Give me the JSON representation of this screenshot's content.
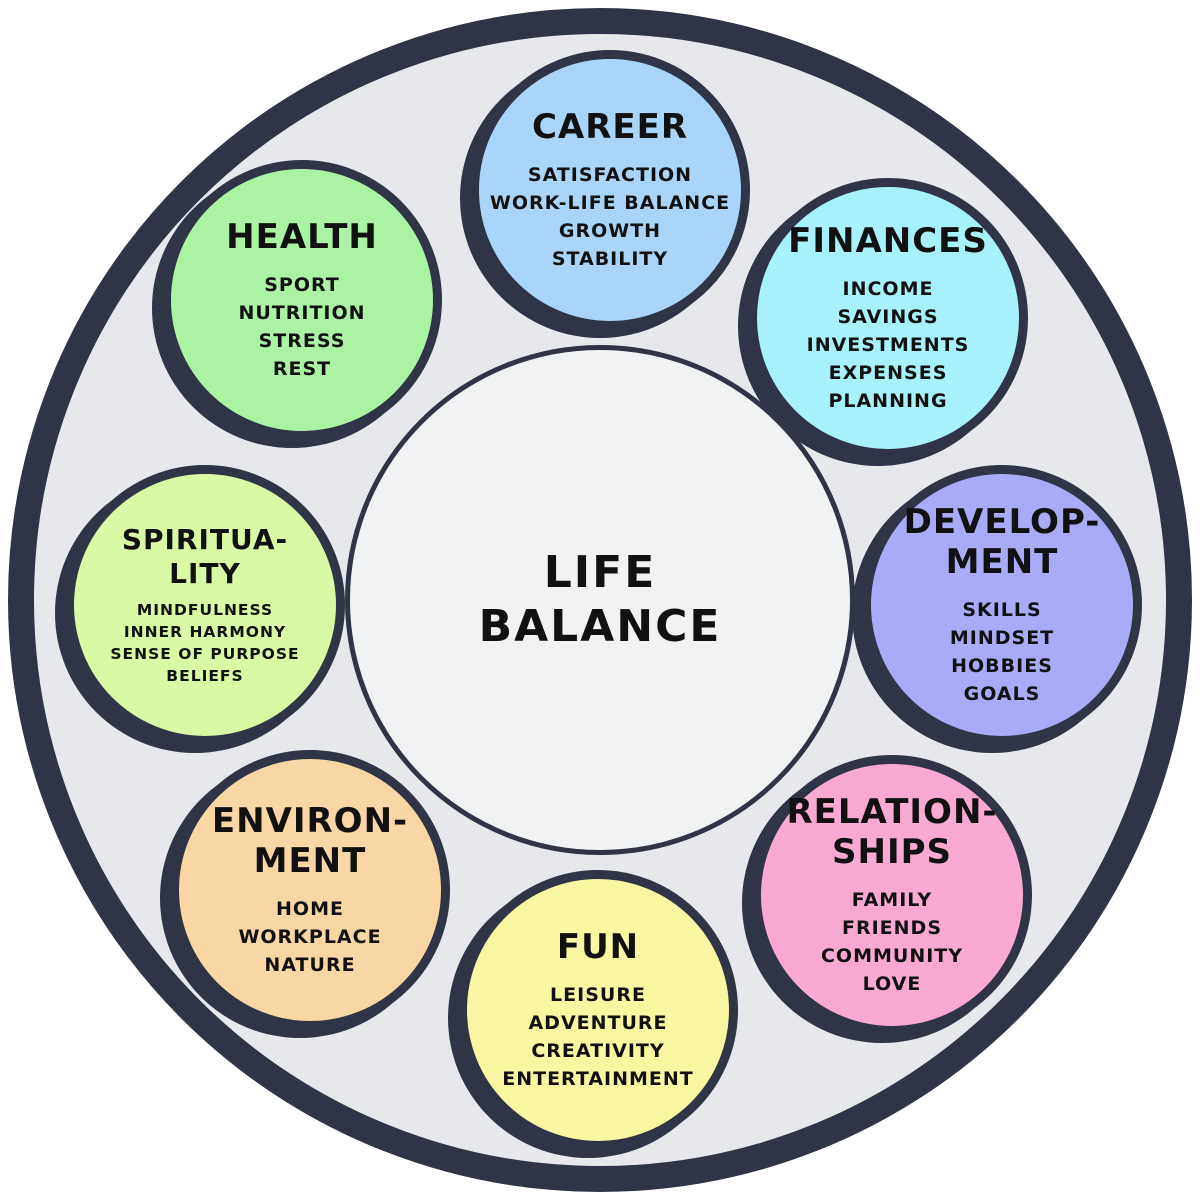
{
  "center": {
    "line1": "LIFE",
    "line2": "BALANCE"
  },
  "areas": [
    {
      "title": "CAREER",
      "items": [
        "SATISFACTION",
        "WORK-LIFE BALANCE",
        "GROWTH",
        "STABILITY"
      ],
      "color": "#a9d5fa"
    },
    {
      "title": "FINANCES",
      "items": [
        "INCOME",
        "SAVINGS",
        "INVESTMENTS",
        "EXPENSES",
        "PLANNING"
      ],
      "color": "#a6f1fa"
    },
    {
      "title": "DEVELOP-",
      "title2": "MENT",
      "items": [
        "SKILLS",
        "MINDSET",
        "HOBBIES",
        "GOALS"
      ],
      "color": "#a9aaf8"
    },
    {
      "title": "RELATION-",
      "title2": "SHIPS",
      "items": [
        "FAMILY",
        "FRIENDS",
        "COMMUNITY",
        "LOVE"
      ],
      "color": "#f9a9d2"
    },
    {
      "title": "FUN",
      "items": [
        "LEISURE",
        "ADVENTURE",
        "CREATIVITY",
        "ENTERTAINMENT"
      ],
      "color": "#f9f7a2"
    },
    {
      "title": "ENVIRON-",
      "title2": "MENT",
      "items": [
        "HOME",
        "WORKPLACE",
        "NATURE"
      ],
      "color": "#f9d7a4"
    },
    {
      "title": "SPIRITUA-",
      "title2": "LITY",
      "items": [
        "MINDFULNESS",
        "INNER HARMONY",
        "SENSE OF PURPOSE",
        "BELIEFS"
      ],
      "color": "#d9f9a4"
    },
    {
      "title": "HEALTH",
      "items": [
        "SPORT",
        "NUTRITION",
        "STRESS",
        "REST"
      ],
      "color": "#a9f3a2"
    }
  ]
}
